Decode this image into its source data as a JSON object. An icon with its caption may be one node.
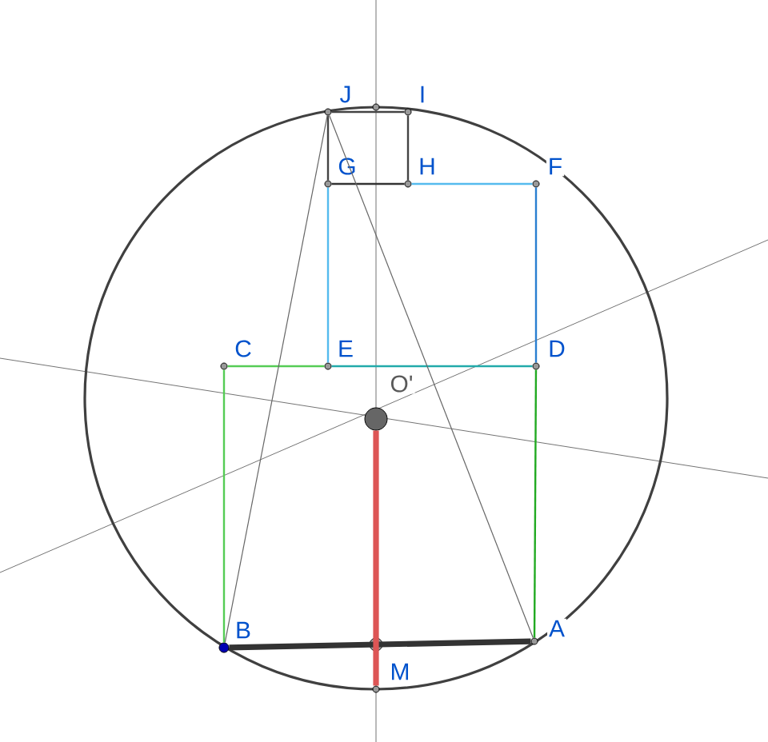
{
  "diagram": {
    "nodes": [
      {
        "text": [
          "J"
        ]
      },
      {
        "text": [],
        "shape": "circle"
      },
      {
        "text": [
          "I"
        ]
      },
      {
        "text": [
          "G"
        ]
      },
      {
        "text": [
          "H"
        ]
      },
      {
        "text": [
          "F"
        ]
      },
      {
        "text": [
          "C"
        ]
      },
      {
        "text": [
          "E"
        ]
      },
      {
        "text": [
          "D"
        ]
      },
      {
        "text": [
          "O'"
        ]
      },
      {
        "text": [
          "B"
        ]
      },
      {
        "text": [],
        "shape": "circle"
      },
      {
        "text": [
          "A"
        ]
      },
      {
        "text": [
          "M"
        ]
      }
    ],
    "edges": [
      {
        "from": 0,
        "to": 2,
        "arrow": "none",
        "color": "#444444"
      },
      {
        "from": 0,
        "to": 3,
        "arrow": "none",
        "color": "#444444"
      },
      {
        "from": 2,
        "to": 4,
        "arrow": "none",
        "color": "#444444"
      },
      {
        "from": 3,
        "to": 4,
        "arrow": "none",
        "color": "#333333"
      },
      {
        "from": 4,
        "to": 5,
        "arrow": "none",
        "color": "#55bbee"
      },
      {
        "from": 3,
        "to": 7,
        "arrow": "none",
        "color": "#55bbee"
      },
      {
        "from": 5,
        "to": 8,
        "arrow": "none",
        "color": "#2a7fd0"
      },
      {
        "from": 6,
        "to": 7,
        "arrow": "none",
        "color": "#55cc55"
      },
      {
        "from": 7,
        "to": 8,
        "arrow": "none",
        "color": "#22aaaa"
      },
      {
        "from": 6,
        "to": 10,
        "arrow": "none",
        "color": "#55cc55"
      },
      {
        "from": 8,
        "to": 12,
        "arrow": "none",
        "color": "#22aa22"
      },
      {
        "from": 10,
        "to": 12,
        "arrow": "none",
        "style": "thick",
        "color": "#333333"
      },
      {
        "from": 0,
        "to": 10,
        "arrow": "none",
        "color": "#666666"
      },
      {
        "from": 0,
        "to": 12,
        "arrow": "none",
        "color": "#666666"
      },
      {
        "from": 9,
        "to": 13,
        "arrow": "none",
        "style": "thick",
        "color": "#dd5555"
      }
    ]
  }
}
